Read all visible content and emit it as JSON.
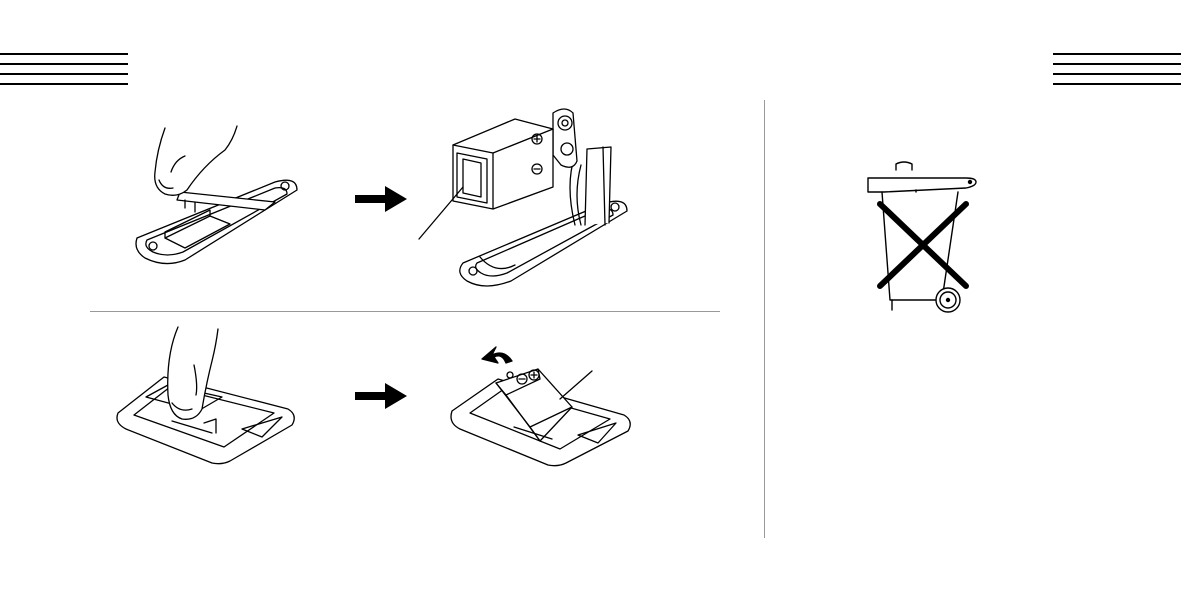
{
  "illustrations": [
    {
      "id": "open-battery-cover",
      "icon": "battery-cover-open-icon"
    },
    {
      "id": "battery-with-connector",
      "icon": "battery-connector-icon"
    },
    {
      "id": "press-latch",
      "icon": "press-latch-icon"
    },
    {
      "id": "remove-battery",
      "icon": "remove-battery-icon"
    },
    {
      "id": "weee-crossed-bin",
      "icon": "crossed-out-wheelie-bin-icon"
    }
  ],
  "arrows": [
    {
      "id": "step-arrow-top",
      "icon": "right-arrow-icon"
    },
    {
      "id": "step-arrow-bottom",
      "icon": "right-arrow-icon"
    }
  ],
  "colors": {
    "line": "#000000",
    "divider": "#999999",
    "background": "#ffffff"
  }
}
